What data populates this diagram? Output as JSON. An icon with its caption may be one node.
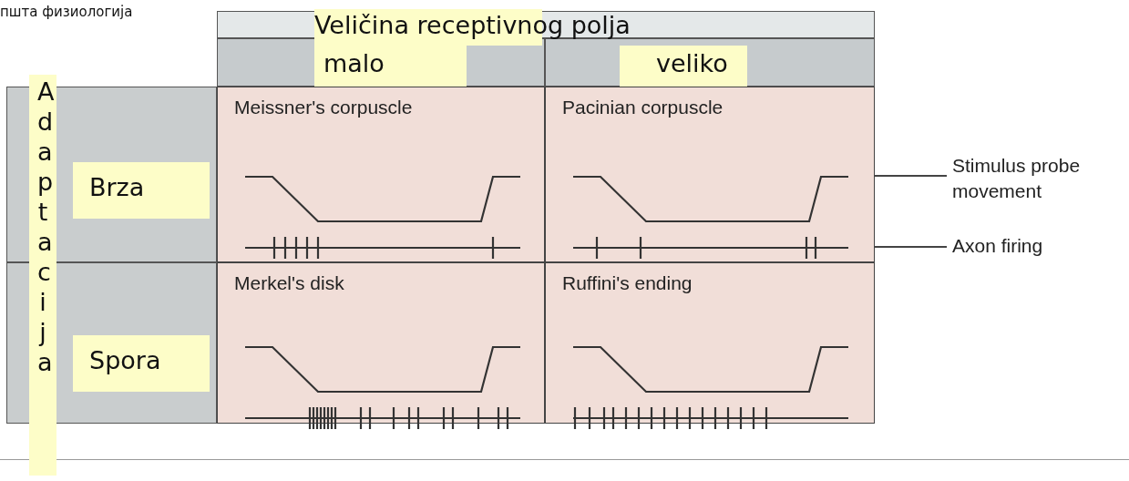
{
  "diagram": {
    "title": "пшта физиологија",
    "nodes": [
      {
        "text": [
          "Meissner's corpuscle"
        ]
      },
      {
        "text": [
          "Pacinian corpuscle"
        ]
      },
      {
        "text": [
          "Merkel's disk"
        ]
      },
      {
        "text": [
          "Ruffini's ending"
        ]
      },
      {
        "text": [
          "Stimulus probe movement"
        ]
      },
      {
        "text": [
          "Axon firing"
        ]
      }
    ],
    "edges": [
      {
        "from": 4,
        "to": 1,
        "arrow": "none"
      },
      {
        "from": 5,
        "to": 1,
        "arrow": "none"
      }
    ],
    "labels": [
      "Veličina receptivnog polja",
      "malo",
      "veliko",
      "Adaptacija",
      "Brza",
      "Spora"
    ]
  }
}
